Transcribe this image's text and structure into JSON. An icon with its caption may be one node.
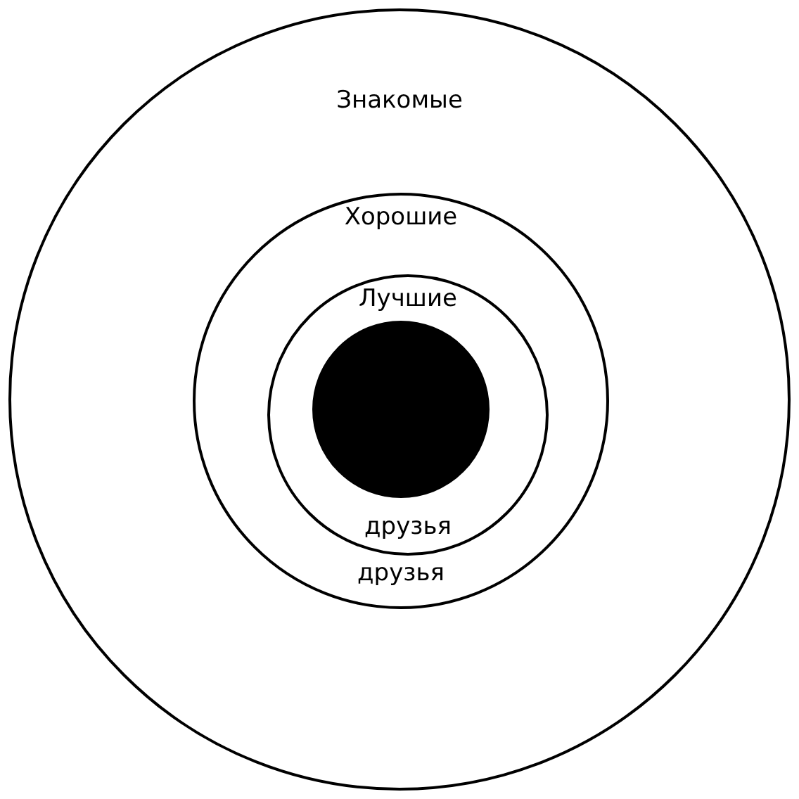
{
  "diagram": {
    "nodes": [
      {
        "text": [
          "Знакомые"
        ]
      },
      {
        "text": [
          "Хорошие",
          "друзья"
        ],
        "in": 0
      },
      {
        "text": [
          "Лучшие",
          "друзья"
        ],
        "in": 1
      },
      {
        "text": [],
        "shape": "circle",
        "in": 2
      }
    ]
  }
}
